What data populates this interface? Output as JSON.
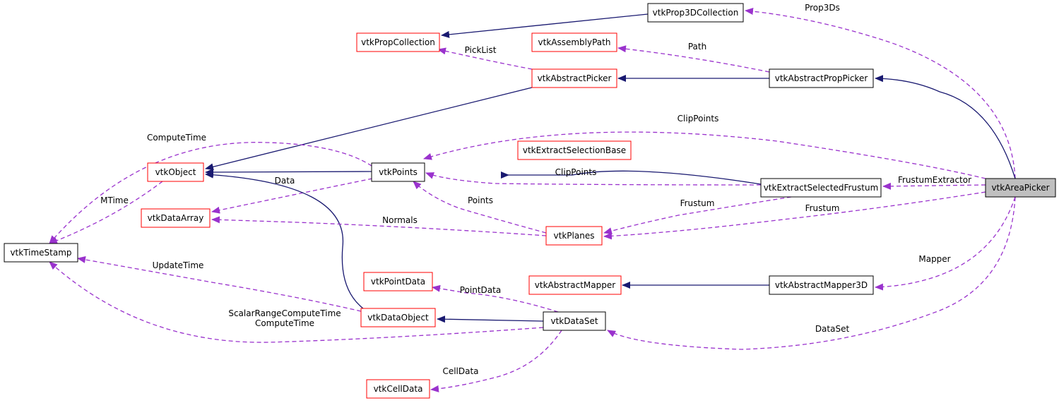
{
  "colors": {
    "inheritance": "#191970",
    "usage": "#9a32cd",
    "focus_fill": "#bfbfbf",
    "border_normal": "#000000",
    "border_truncated": "#ff0000"
  },
  "nodes": [
    {
      "id": "vtkProp3DCollection",
      "label": "vtkProp3DCollection",
      "style": "normal"
    },
    {
      "id": "vtkPropCollection",
      "label": "vtkPropCollection",
      "style": "truncated"
    },
    {
      "id": "vtkAssemblyPath",
      "label": "vtkAssemblyPath",
      "style": "truncated"
    },
    {
      "id": "vtkAbstractPicker",
      "label": "vtkAbstractPicker",
      "style": "truncated"
    },
    {
      "id": "vtkAbstractPropPicker",
      "label": "vtkAbstractPropPicker",
      "style": "normal"
    },
    {
      "id": "vtkExtractSelectionBase",
      "label": "vtkExtractSelectionBase",
      "style": "truncated"
    },
    {
      "id": "vtkObject",
      "label": "vtkObject",
      "style": "truncated"
    },
    {
      "id": "vtkPoints",
      "label": "vtkPoints",
      "style": "normal"
    },
    {
      "id": "vtkExtractSelectedFrustum",
      "label": "vtkExtractSelectedFrustum",
      "style": "normal"
    },
    {
      "id": "vtkAreaPicker",
      "label": "vtkAreaPicker",
      "style": "focus"
    },
    {
      "id": "vtkDataArray",
      "label": "vtkDataArray",
      "style": "truncated"
    },
    {
      "id": "vtkPlanes",
      "label": "vtkPlanes",
      "style": "truncated"
    },
    {
      "id": "vtkTimeStamp",
      "label": "vtkTimeStamp",
      "style": "normal"
    },
    {
      "id": "vtkPointData",
      "label": "vtkPointData",
      "style": "truncated"
    },
    {
      "id": "vtkAbstractMapper",
      "label": "vtkAbstractMapper",
      "style": "truncated"
    },
    {
      "id": "vtkAbstractMapper3D",
      "label": "vtkAbstractMapper3D",
      "style": "normal"
    },
    {
      "id": "vtkDataObject",
      "label": "vtkDataObject",
      "style": "truncated"
    },
    {
      "id": "vtkDataSet",
      "label": "vtkDataSet",
      "style": "normal"
    },
    {
      "id": "vtkCellData",
      "label": "vtkCellData",
      "style": "truncated"
    }
  ],
  "edges": [
    {
      "from": "vtkProp3DCollection",
      "to": "vtkPropCollection",
      "kind": "inheritance",
      "label": ""
    },
    {
      "from": "vtkAbstractPicker",
      "to": "vtkPropCollection",
      "kind": "usage",
      "label": "PickList"
    },
    {
      "from": "vtkAbstractPropPicker",
      "to": "vtkAssemblyPath",
      "kind": "usage",
      "label": "Path"
    },
    {
      "from": "vtkAbstractPropPicker",
      "to": "vtkAbstractPicker",
      "kind": "inheritance",
      "label": ""
    },
    {
      "from": "vtkAbstractPicker",
      "to": "vtkObject",
      "kind": "inheritance",
      "label": ""
    },
    {
      "from": "vtkAreaPicker",
      "to": "vtkProp3DCollection",
      "kind": "usage",
      "label": "Prop3Ds"
    },
    {
      "from": "vtkAreaPicker",
      "to": "vtkAbstractPropPicker",
      "kind": "inheritance",
      "label": ""
    },
    {
      "from": "vtkAreaPicker",
      "to": "vtkPoints",
      "kind": "usage",
      "label": "ClipPoints"
    },
    {
      "from": "vtkPoints",
      "to": "vtkTimeStamp",
      "kind": "usage",
      "label": "ComputeTime"
    },
    {
      "from": "vtkPoints",
      "to": "vtkObject",
      "kind": "inheritance",
      "label": ""
    },
    {
      "from": "vtkExtractSelectedFrustum",
      "to": "vtkExtractSelectionBase",
      "kind": "inheritance",
      "label": ""
    },
    {
      "from": "vtkExtractSelectedFrustum",
      "to": "vtkPoints",
      "kind": "usage",
      "label": "ClipPoints"
    },
    {
      "from": "vtkAreaPicker",
      "to": "vtkExtractSelectedFrustum",
      "kind": "usage",
      "label": "FrustumExtractor"
    },
    {
      "from": "vtkObject",
      "to": "vtkTimeStamp",
      "kind": "usage",
      "label": "MTime"
    },
    {
      "from": "vtkPoints",
      "to": "vtkDataArray",
      "kind": "usage",
      "label": "Data"
    },
    {
      "from": "vtkDataObject",
      "to": "vtkObject",
      "kind": "inheritance",
      "label": ""
    },
    {
      "from": "vtkPlanes",
      "to": "vtkPoints",
      "kind": "usage",
      "label": "Points"
    },
    {
      "from": "vtkExtractSelectedFrustum",
      "to": "vtkPlanes",
      "kind": "usage",
      "label": "Frustum"
    },
    {
      "from": "vtkAreaPicker",
      "to": "vtkPlanes",
      "kind": "usage",
      "label": "Frustum"
    },
    {
      "from": "vtkPlanes",
      "to": "vtkDataArray",
      "kind": "usage",
      "label": "Normals"
    },
    {
      "from": "vtkAbstractMapper3D",
      "to": "vtkAbstractMapper",
      "kind": "inheritance",
      "label": ""
    },
    {
      "from": "vtkAreaPicker",
      "to": "vtkAbstractMapper3D",
      "kind": "usage",
      "label": "Mapper"
    },
    {
      "from": "vtkDataObject",
      "to": "vtkTimeStamp",
      "kind": "usage",
      "label": "UpdateTime"
    },
    {
      "from": "vtkDataSet",
      "to": "vtkPointData",
      "kind": "usage",
      "label": "PointData"
    },
    {
      "from": "vtkDataSet",
      "to": "vtkDataObject",
      "kind": "inheritance",
      "label": ""
    },
    {
      "from": "vtkDataSet",
      "to": "vtkTimeStamp",
      "kind": "usage",
      "label": "ScalarRangeComputeTime\nComputeTime"
    },
    {
      "from": "vtkAreaPicker",
      "to": "vtkDataSet",
      "kind": "usage",
      "label": "DataSet"
    },
    {
      "from": "vtkDataSet",
      "to": "vtkCellData",
      "kind": "usage",
      "label": "CellData"
    }
  ]
}
